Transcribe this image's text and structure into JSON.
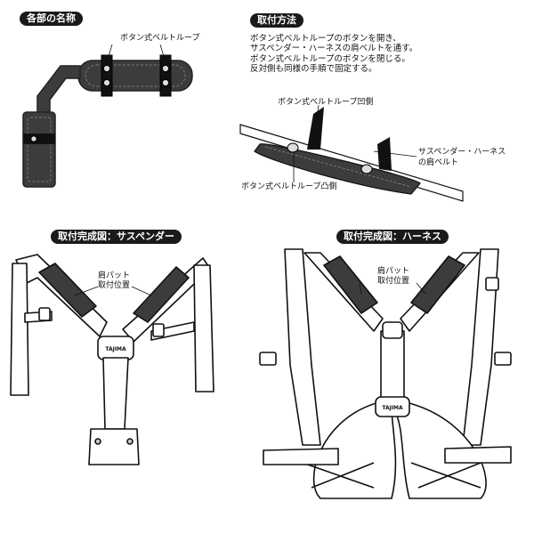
{
  "sections": {
    "parts_name": "各部の名称",
    "install_method": "取付方法",
    "complete_suspender": "取付完成図：サスペンダー",
    "complete_harness": "取付完成図：ハーネス"
  },
  "labels": {
    "button_loop": "ボタン式ベルトループ",
    "loop_concave": "ボタン式ベルトループ凹側",
    "loop_convex": "ボタン式ベルトループ凸側",
    "shoulder_belt_line1": "サスペンダー・ハーネス",
    "shoulder_belt_line2": "の肩ベルト",
    "pad_position_line1": "肩パット",
    "pad_position_line2": "取付位置",
    "logo": "TAJIMA"
  },
  "instructions": [
    "ボタン式ベルトループのボタンを開き、",
    "サスペンダー・ハーネスの肩ベルトを通す。",
    "ボタン式ベルトループのボタンを閉じる。",
    "反対側も同様の手順で固定する。"
  ],
  "colors": {
    "pad": "#3c3c3c",
    "strap_fill": "#ffffff",
    "ink": "#111111",
    "pill_bg": "#1a1a1a"
  }
}
